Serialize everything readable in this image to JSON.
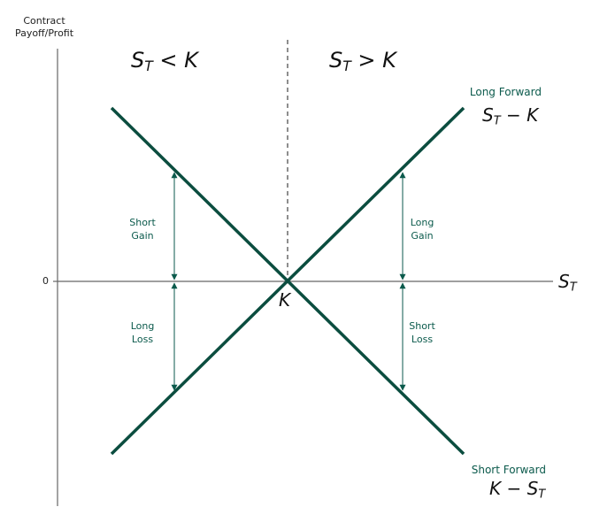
{
  "axis_title_lines": [
    "Contract",
    "Payoff/Profit"
  ],
  "zero_label": "0",
  "region_left": "S_T < K",
  "region_right": "S_T > K",
  "strike_label": "K",
  "x_axis_label": "S_T",
  "long_forward": {
    "name": "Long Forward",
    "formula": "S_T − K"
  },
  "short_forward": {
    "name": "Short Forward",
    "formula": "K − S_T"
  },
  "annotations": {
    "short_gain": [
      "Short",
      "Gain"
    ],
    "long_loss": [
      "Long",
      "Loss"
    ],
    "long_gain": [
      "Long",
      "Gain"
    ],
    "short_loss": [
      "Short",
      "Loss"
    ]
  },
  "colors": {
    "payoff_line": "#0b4d3f",
    "annotation": "#0b5a4c",
    "axis": "#666666"
  }
}
